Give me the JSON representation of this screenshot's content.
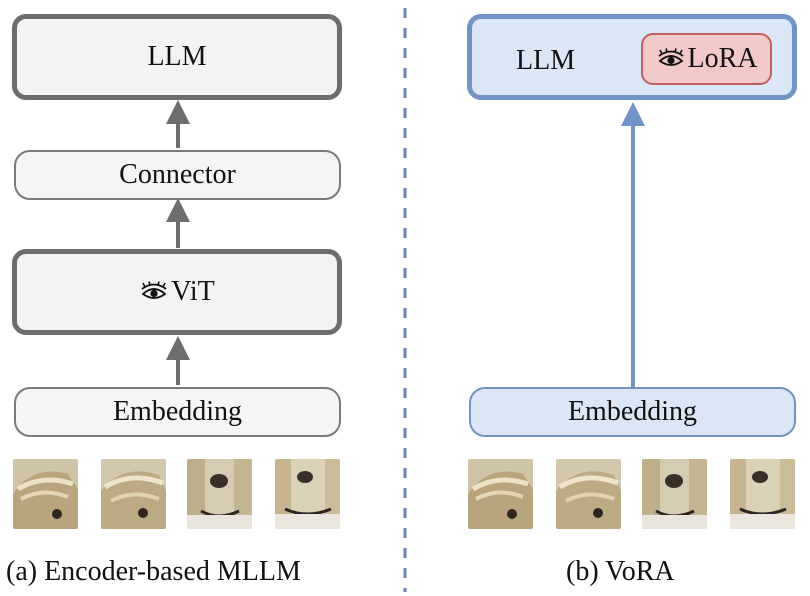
{
  "left": {
    "llm_label": "LLM",
    "connector_label": "Connector",
    "vit_label": "ViT",
    "embedding_label": "Embedding",
    "caption": "(a) Encoder-based MLLM"
  },
  "right": {
    "llm_label": "LLM",
    "lora_label": "LoRA",
    "embedding_label": "Embedding",
    "caption": "(b) VoRA"
  },
  "icons": {
    "eye": "eye-icon",
    "image_patch": "image-patch-icon"
  },
  "colors": {
    "gray_border": "#6d6d6d",
    "blue_border": "#7293c5",
    "blue_fill": "#dbe6f7",
    "lora_fill": "#f2c9c9",
    "lora_border": "#c15f5f",
    "divider": "#6a86b8"
  }
}
